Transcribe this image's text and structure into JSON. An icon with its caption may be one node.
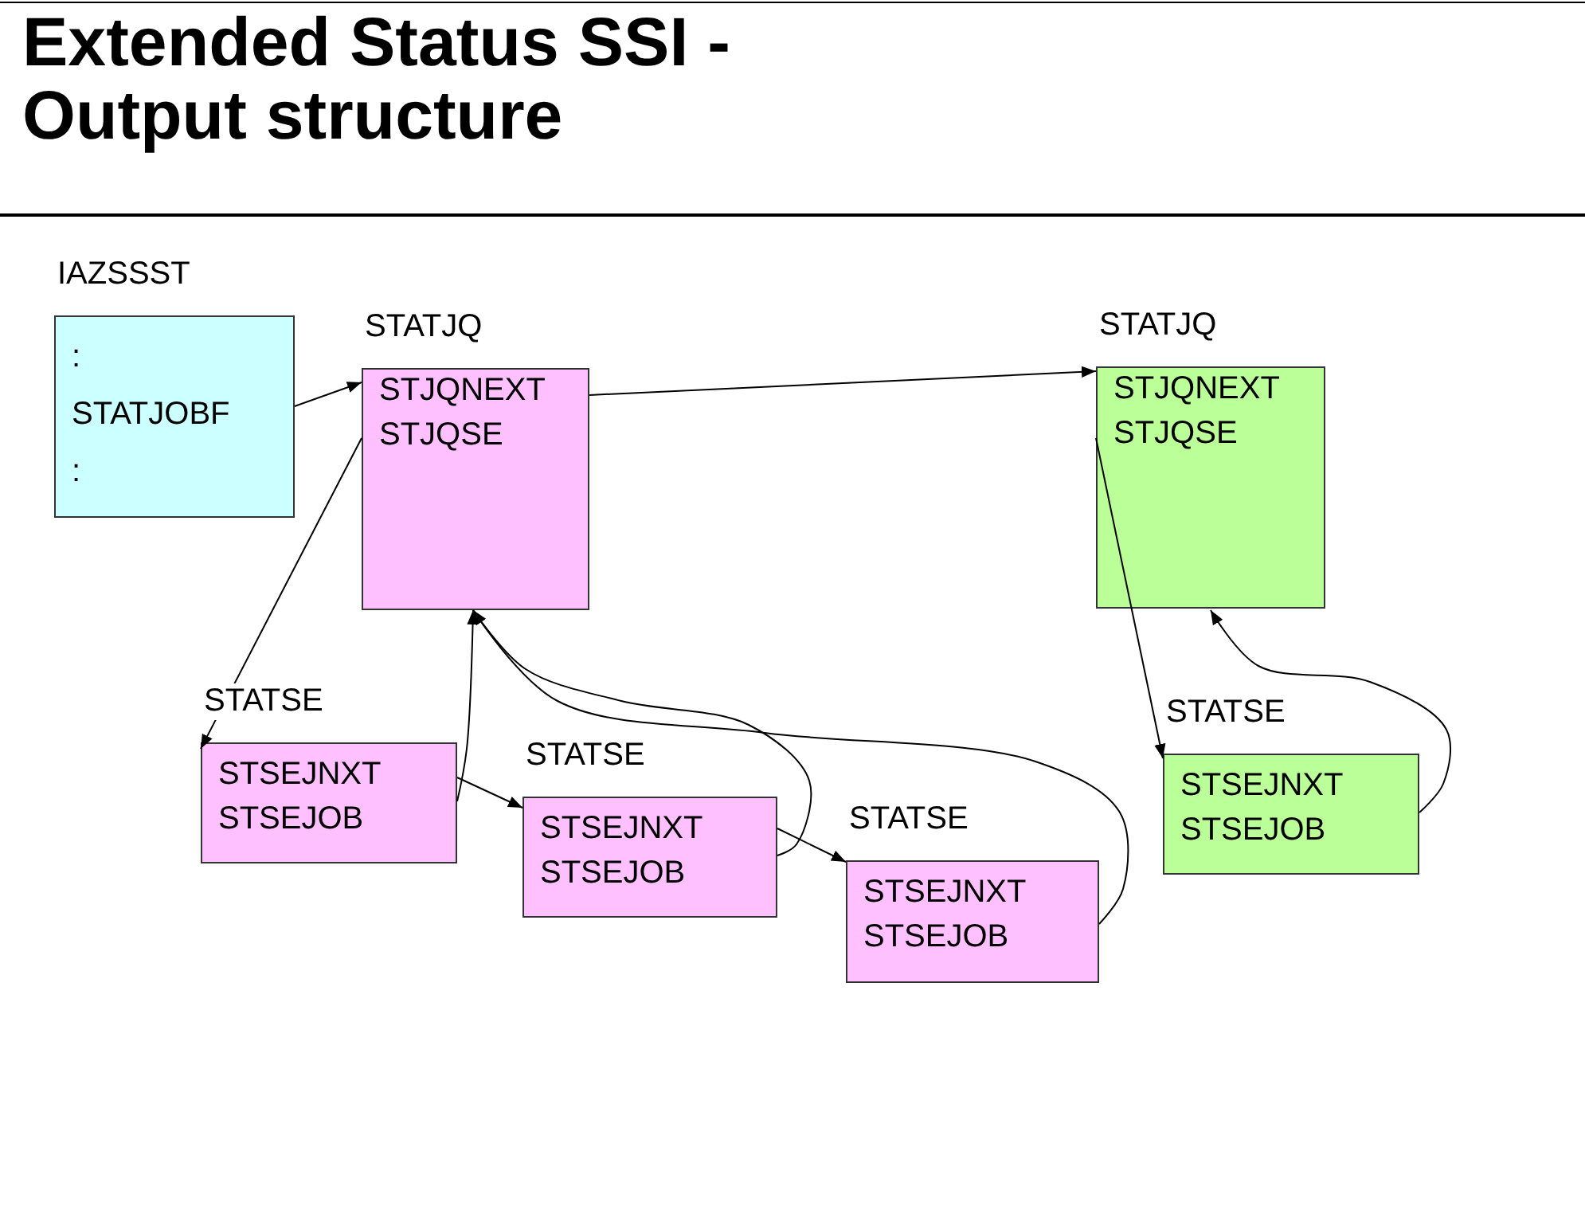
{
  "diagram": {
    "title": "Extended Status SSI - Output structure",
    "nodes": [
      {
        "text": [
          "IAZSSST",
          ":",
          "STATJOBF",
          ":"
        ]
      },
      {
        "text": [
          "STATJQ",
          "STJQNEXT",
          "STJQSE"
        ]
      },
      {
        "text": [
          "STATJQ",
          "STJQNEXT",
          "STJQSE"
        ]
      },
      {
        "text": [
          "STATSE",
          "STSEJNXT",
          "STSEJOB"
        ]
      },
      {
        "text": [
          "STATSE",
          "STSEJNXT",
          "STSEJOB"
        ]
      },
      {
        "text": [
          "STATSE",
          "STSEJNXT",
          "STSEJOB"
        ]
      },
      {
        "text": [
          "STATSE",
          "STSEJNXT",
          "STSEJOB"
        ]
      }
    ],
    "edges": [
      {
        "from": 0,
        "to": 1,
        "arrow": "to"
      },
      {
        "from": 1,
        "to": 2,
        "arrow": "to"
      },
      {
        "from": 1,
        "to": 3,
        "arrow": "to"
      },
      {
        "from": 3,
        "to": 4,
        "arrow": "to"
      },
      {
        "from": 4,
        "to": 5,
        "arrow": "to"
      },
      {
        "from": 3,
        "to": 1,
        "arrow": "to"
      },
      {
        "from": 4,
        "to": 1,
        "arrow": "to"
      },
      {
        "from": 5,
        "to": 1,
        "arrow": "to"
      },
      {
        "from": 2,
        "to": 6,
        "arrow": "to"
      },
      {
        "from": 6,
        "to": 2,
        "arrow": "to"
      }
    ]
  }
}
